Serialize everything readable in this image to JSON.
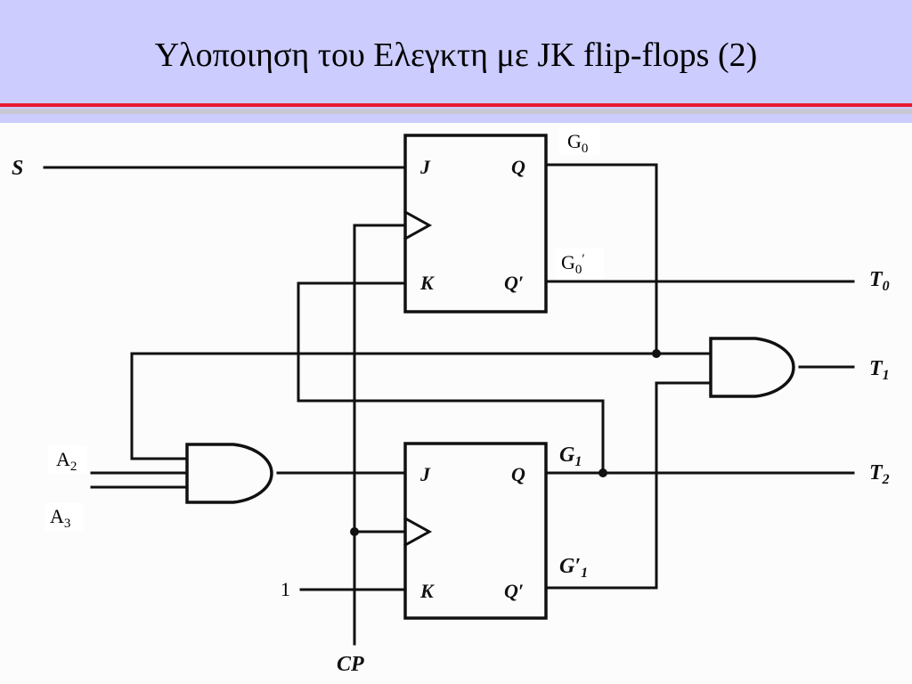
{
  "slide": {
    "title": "Υλοποιηση του Ελεγκτη με JK flip-flops (2)"
  },
  "inputs": {
    "s": "S",
    "a2": "A",
    "a2_sub": "2",
    "a3": "A",
    "a3_sub": "3",
    "k_const": "1",
    "cp": "CP"
  },
  "flipflop_top": {
    "j": "J",
    "k": "K",
    "q": "Q",
    "qbar": "Q′",
    "out_q": "G",
    "out_q_sub": "0",
    "out_qbar": "G",
    "out_qbar_sub": "0",
    "out_qbar_prime": "′"
  },
  "flipflop_bottom": {
    "j": "J",
    "k": "K",
    "q": "Q",
    "qbar": "Q′",
    "out_q": "G",
    "out_q_sub": "1",
    "out_qbar": "G′",
    "out_qbar_sub": "1"
  },
  "outputs": {
    "t0": "T",
    "t0_sub": "0",
    "t1": "T",
    "t1_sub": "1",
    "t2": "T",
    "t2_sub": "2"
  }
}
